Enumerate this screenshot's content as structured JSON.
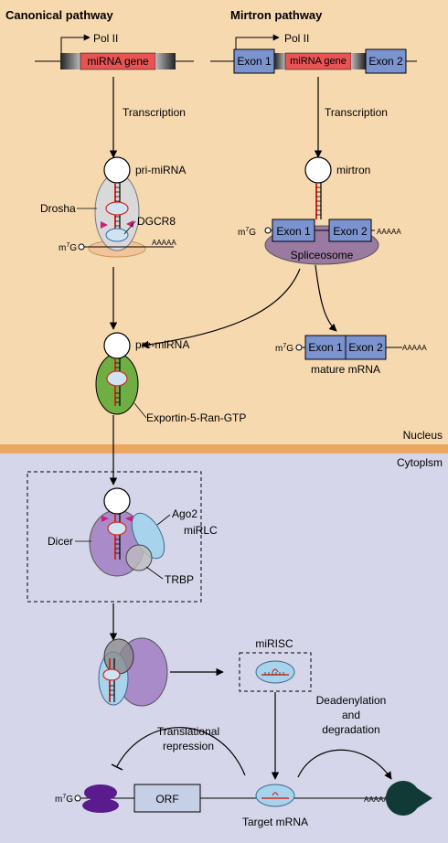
{
  "headers": {
    "canonical": "Canonical pathway",
    "mirtron": "Mirtron pathway"
  },
  "compartments": {
    "nucleus": "Nucleus",
    "cytoplasm": "Cytoplsm"
  },
  "labels": {
    "pol_ii": "Pol II",
    "mirna_gene": "miRNA gene",
    "exon1": "Exon 1",
    "exon2": "Exon 2",
    "transcription": "Transcription",
    "pri_mirna": "pri-miRNA",
    "drosha": "Drosha",
    "dgcr8": "DGCR8",
    "cap_m": "m",
    "cap_sup": "7",
    "cap_g": "G",
    "polya": "AAAAA",
    "mirtron": "mirtron",
    "spliceosome": "Spliceosome",
    "pre_mirna": "pre-miRNA",
    "mature_mrna": "mature mRNA",
    "exportin": "Exportin-5-Ran-GTP",
    "ago2": "Ago2",
    "dicer": "Dicer",
    "mirlc": "miRLC",
    "trbp": "TRBP",
    "mirisc": "miRISC",
    "translational_1": "Translational",
    "translational_2": "repression",
    "deadenylation_1": "Deadenylation",
    "deadenylation_2": "and",
    "deadenylation_3": "degradation",
    "orf": "ORF",
    "target_mrna": "Target mRNA"
  },
  "colors": {
    "nucleus_bg": "#f7d9b0",
    "cytoplasm_bg": "#d6d6ea",
    "membrane": "#e9a760",
    "mirna_gene": "#e85454",
    "exon": "#7b93cf",
    "hairpin": "#d42a1c",
    "drosha": "#d9d9d9",
    "dgcr8": "#f2c49a",
    "exportin": "#6fae43",
    "dicer": "#a98bc9",
    "ago2": "#a8d3ec",
    "trbp": "#bdbdbd",
    "spliceosome": "#9a7aa0",
    "ribosome": "#5a1c8c",
    "orf": "#c5d0e6",
    "exonuclease": "#113a36",
    "arrowhead": "#cc1f7a"
  }
}
